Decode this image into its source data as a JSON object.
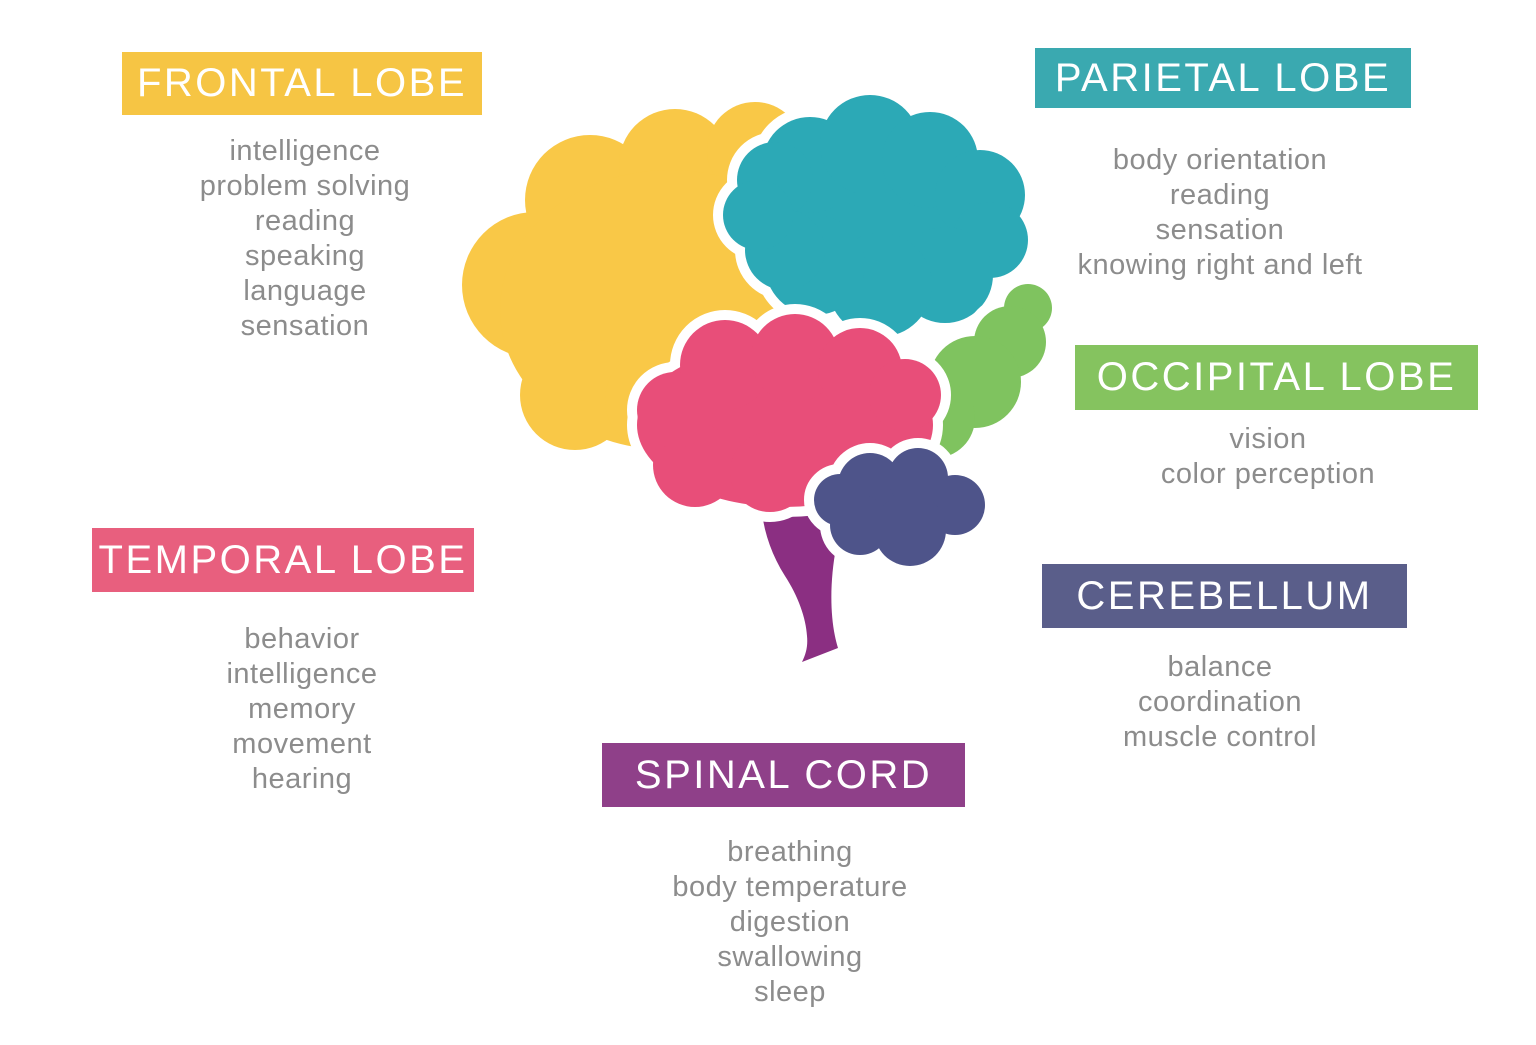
{
  "background_color": "#ffffff",
  "functions_text_color": "#8c8c8c",
  "label_text_color": "#ffffff",
  "sections": {
    "frontal": {
      "label": "FRONTAL LOBE",
      "color": "#F6C544",
      "functions": [
        "intelligence",
        "problem solving",
        "reading",
        "speaking",
        "language",
        "sensation"
      ]
    },
    "parietal": {
      "label": "PARIETAL LOBE",
      "color": "#3AA9B0",
      "functions": [
        "body orientation",
        "reading",
        "sensation",
        "knowing right and left"
      ]
    },
    "occipital": {
      "label": "OCCIPITAL LOBE",
      "color": "#85C35F",
      "functions": [
        "vision",
        "color perception"
      ]
    },
    "temporal": {
      "label": "TEMPORAL LOBE",
      "color": "#E85F7E",
      "functions": [
        "behavior",
        "intelligence",
        "memory",
        "movement",
        "hearing"
      ]
    },
    "cerebellum": {
      "label": "CEREBELLUM",
      "color": "#5A5E8A",
      "functions": [
        "balance",
        "coordination",
        "muscle control"
      ]
    },
    "spinal_cord": {
      "label": "SPINAL CORD",
      "color": "#8F4089",
      "functions": [
        "breathing",
        "body temperature",
        "digestion",
        "swallowing",
        "sleep"
      ]
    }
  },
  "brain_colors": {
    "frontal": "#F9C847",
    "parietal": "#2CA9B6",
    "occipital": "#7FC35F",
    "temporal": "#E84E79",
    "cerebellum": "#4E548A",
    "spinal_cord": "#8B2F82"
  }
}
